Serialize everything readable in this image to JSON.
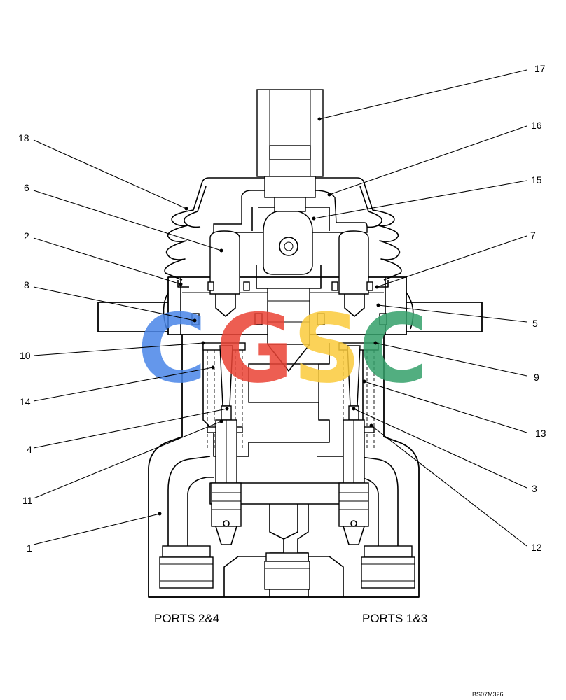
{
  "port_labels": {
    "left": "PORTS 2&4",
    "right": "PORTS 1&3"
  },
  "drawing_code": "BS07M326",
  "watermark": {
    "letters": [
      "C",
      "G",
      "S",
      "C"
    ],
    "colors": [
      "#4A86E8",
      "#EA4335",
      "#FBCB3C",
      "#34A06A"
    ]
  },
  "callouts": [
    {
      "id": "17",
      "side": "right"
    },
    {
      "id": "16",
      "side": "right"
    },
    {
      "id": "15",
      "side": "right"
    },
    {
      "id": "7",
      "side": "right"
    },
    {
      "id": "5",
      "side": "right"
    },
    {
      "id": "9",
      "side": "right"
    },
    {
      "id": "13",
      "side": "right"
    },
    {
      "id": "3",
      "side": "right"
    },
    {
      "id": "12",
      "side": "right"
    },
    {
      "id": "18",
      "side": "left"
    },
    {
      "id": "6",
      "side": "left"
    },
    {
      "id": "2",
      "side": "left"
    },
    {
      "id": "8",
      "side": "left"
    },
    {
      "id": "10",
      "side": "left"
    },
    {
      "id": "14",
      "side": "left"
    },
    {
      "id": "4",
      "side": "left"
    },
    {
      "id": "11",
      "side": "left"
    },
    {
      "id": "1",
      "side": "left"
    }
  ]
}
